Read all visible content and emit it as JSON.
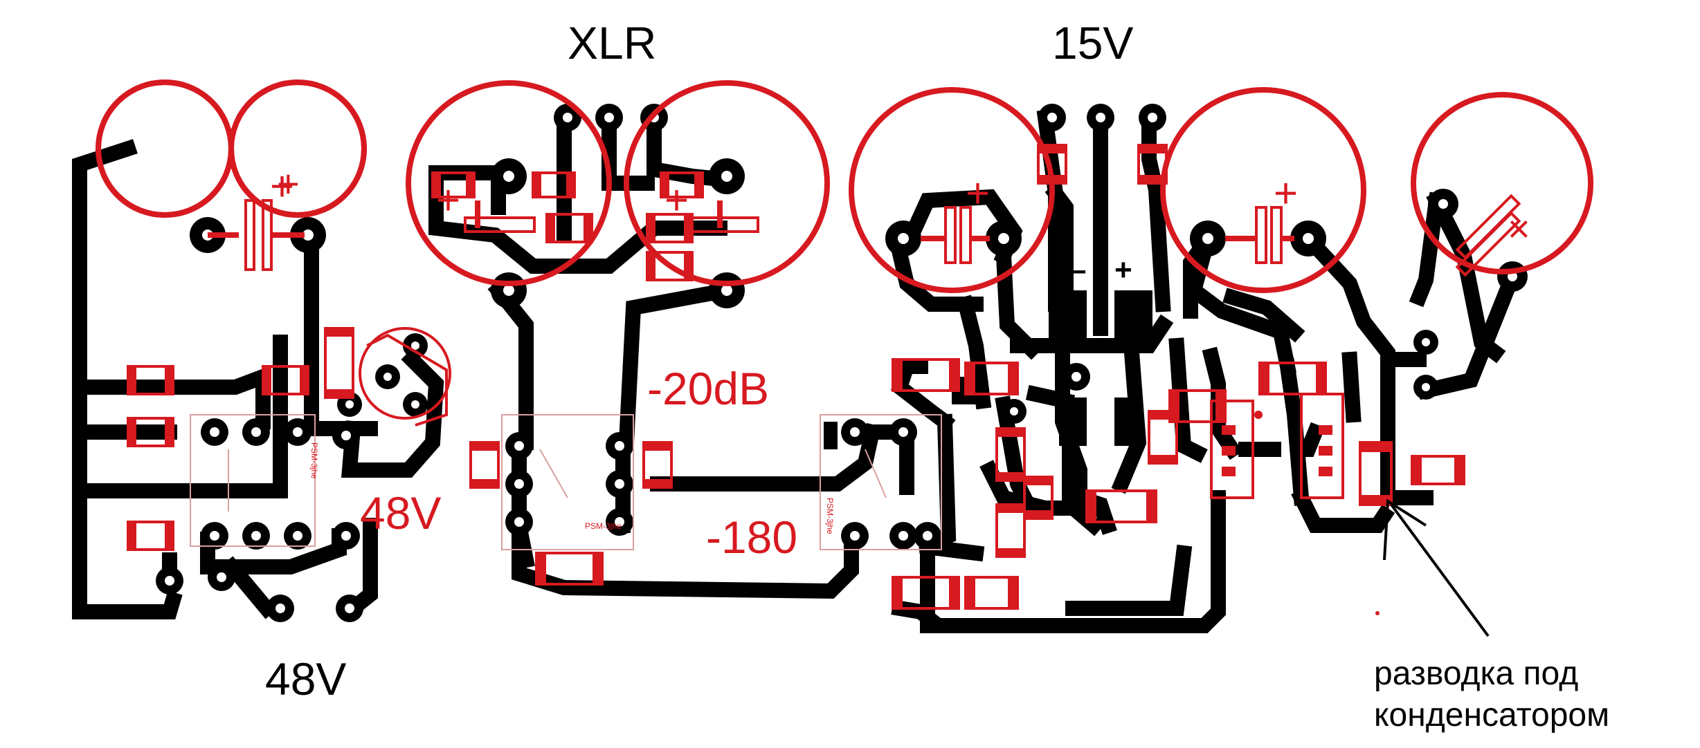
{
  "labels": {
    "xlr": "XLR",
    "v15": "15V",
    "minus20db": "-20dB",
    "v48_mid": "48V",
    "minus180": "-180",
    "v48_bottom": "48V",
    "note_line1": "разводка под",
    "note_line2": "конденсатором",
    "pol_minus": "–",
    "pol_plus": "+",
    "switch_marking": "PSM-3jhe"
  },
  "colors": {
    "trace": "#000000",
    "silkscreen": "#d71920",
    "background": "#ffffff"
  }
}
